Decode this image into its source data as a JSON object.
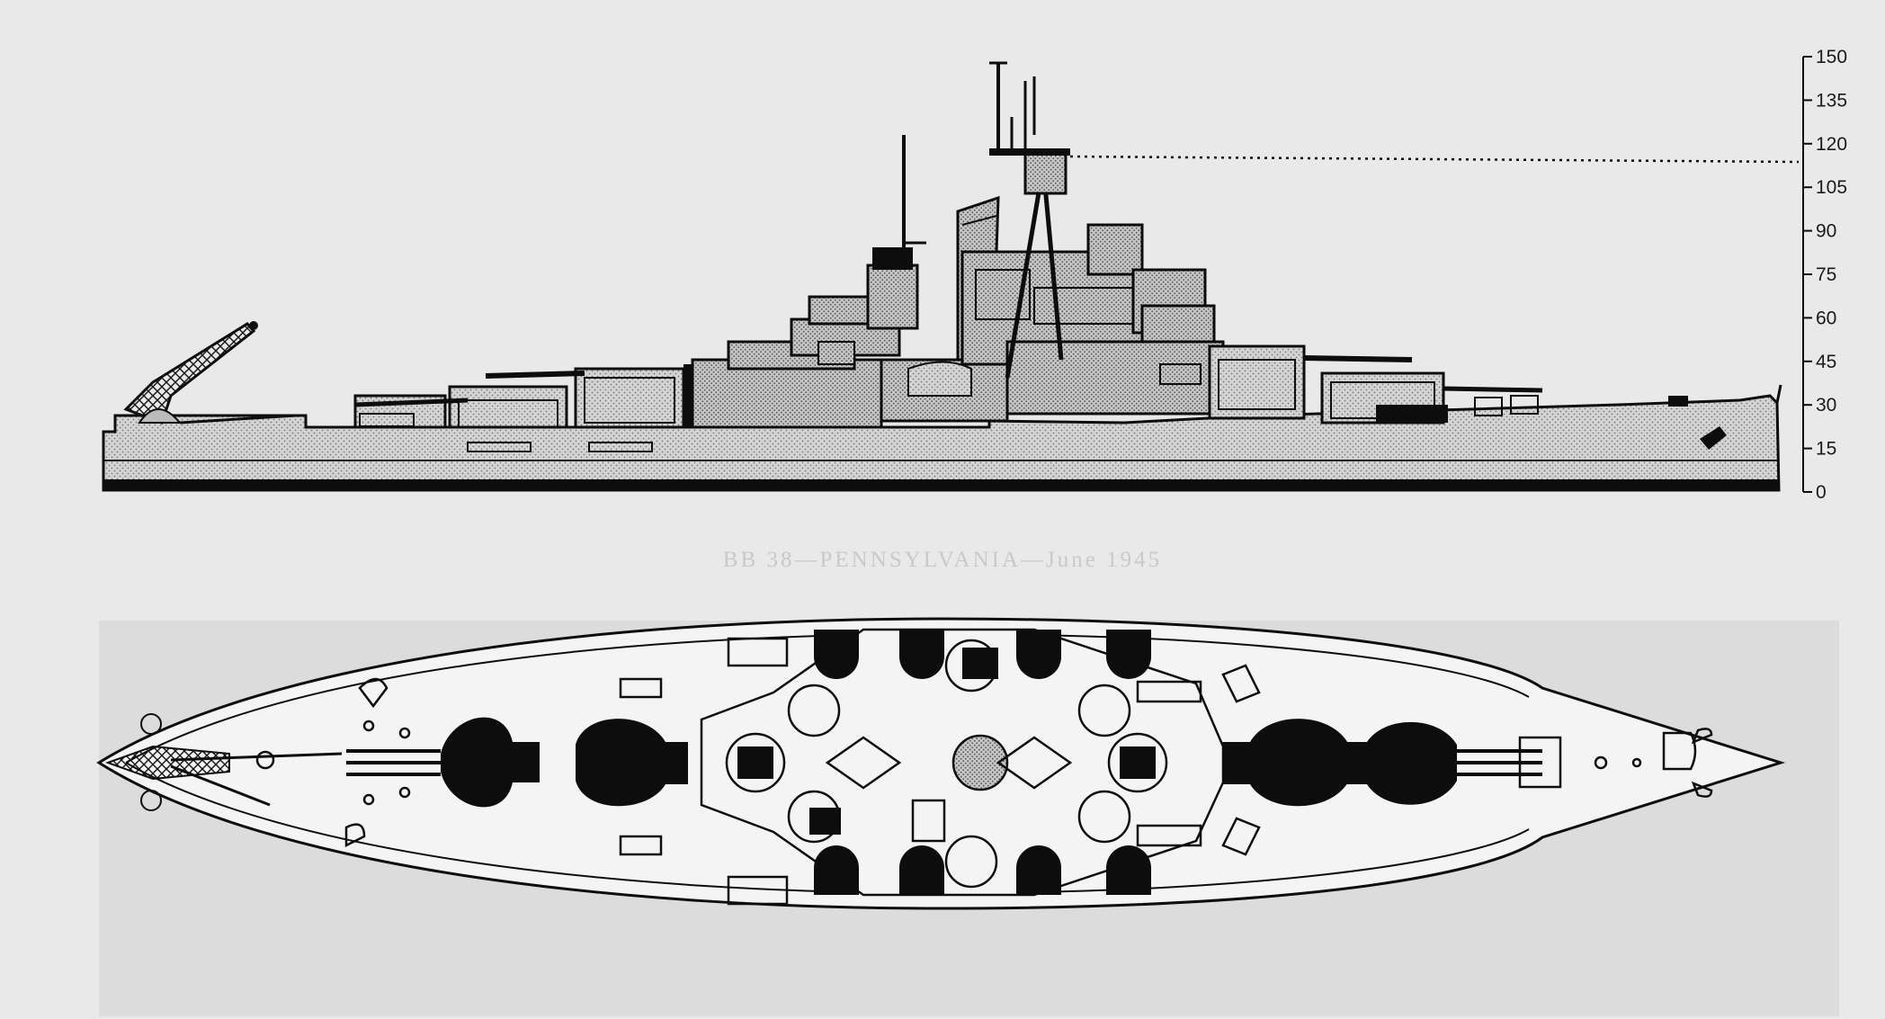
{
  "caption": "BB 38—PENNSYLVANIA—June 1945",
  "height_scale": {
    "labels": [
      "150",
      "135",
      "120",
      "105",
      "90",
      "75",
      "60",
      "45",
      "30",
      "15",
      "0"
    ],
    "mast_top_reference": "120"
  },
  "colors": {
    "paper": "#e9e9ea",
    "ink": "#0d0d0d",
    "hull_fill": "#d2d2d4",
    "superstructure_fill": "#c4c4c6",
    "plan_fill": "#f4f4f4",
    "turret_fill": "#0d0d0d"
  },
  "icons": {
    "profile": "battleship-side-elevation",
    "plan": "battleship-deck-plan",
    "crane": "aircraft-crane-icon",
    "turret": "gun-turret-icon",
    "mast": "tripod-mast-icon"
  }
}
